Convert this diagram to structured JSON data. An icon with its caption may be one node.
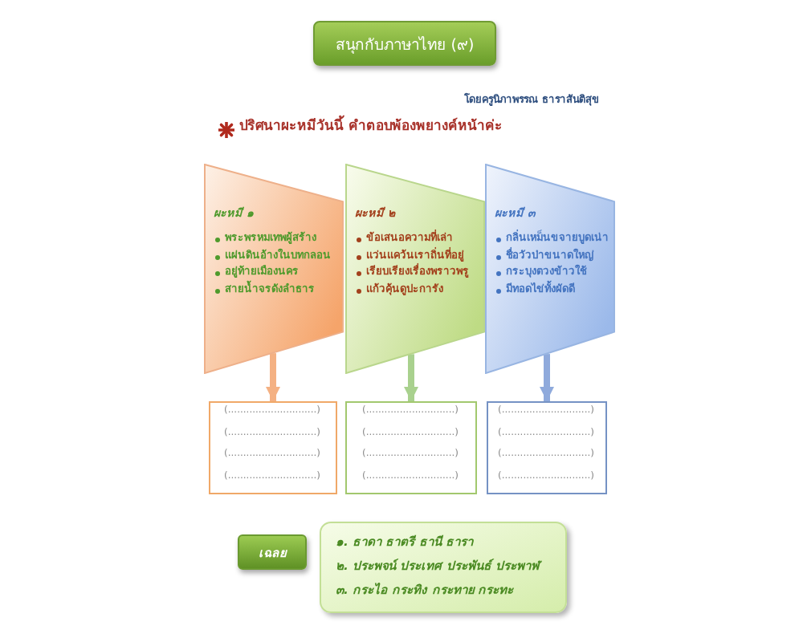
{
  "diagram": {
    "title": "สนุกกับภาษาไทย (๙)",
    "nodes": [
      {
        "text": [
          "ผะหมี ๑",
          "พระพรหมเทพผู้สร้าง",
          "แผ่นดินอ้างในบทกลอน",
          "อยู่ท้ายเมืองนคร",
          "สายน้ำจรดังลำธาร"
        ]
      },
      {
        "text": [
          "ผะหมี ๒",
          "ข้อเสนอความที่เล่า",
          "แว่นแคว้นเราถิ่นที่อยู่",
          "เรียบเรียงเรื่องพราวพรู",
          "แก้วคุ้นดูปะการัง"
        ]
      },
      {
        "text": [
          "ผะหมี ๓",
          "กลิ่นเหม็นขจายบูดเน่า",
          "ชื่อวัวป่าขนาดใหญ่",
          "กระบุงตวงข้าวใช้",
          "มีทอดไข่ทั้งผัดดี"
        ]
      },
      {
        "text": [
          "(.............................)",
          "(.............................)",
          "(.............................)",
          "(.............................)"
        ]
      },
      {
        "text": [
          "(.............................)",
          "(.............................)",
          "(.............................)",
          "(.............................)"
        ]
      },
      {
        "text": [
          "(.............................)",
          "(.............................)",
          "(.............................)",
          "(.............................)"
        ]
      },
      {
        "text": [
          "เฉลย"
        ]
      },
      {
        "text": [
          "๑. ธาดา ธาตรี ธานี ธารา",
          "๒. ประพจน์ ประเทศ ประพันธ์ ประพาฬ",
          "๓. กระไอ กระทิง กระทาย กระทะ"
        ]
      }
    ],
    "edges": [
      {
        "from": 0,
        "to": 3,
        "arrow": "to",
        "color": "#f4b183"
      },
      {
        "from": 1,
        "to": 4,
        "arrow": "to",
        "color": "#a9d18e"
      },
      {
        "from": 2,
        "to": 5,
        "arrow": "to",
        "color": "#8faadc"
      }
    ],
    "labels": [
      "โดยครูนิภาพรรณ ธาราสันติสุข",
      "ปริศนาผะหมีวันนี้ คำตอบพ้องพยางค์หน้าค่ะ"
    ]
  }
}
